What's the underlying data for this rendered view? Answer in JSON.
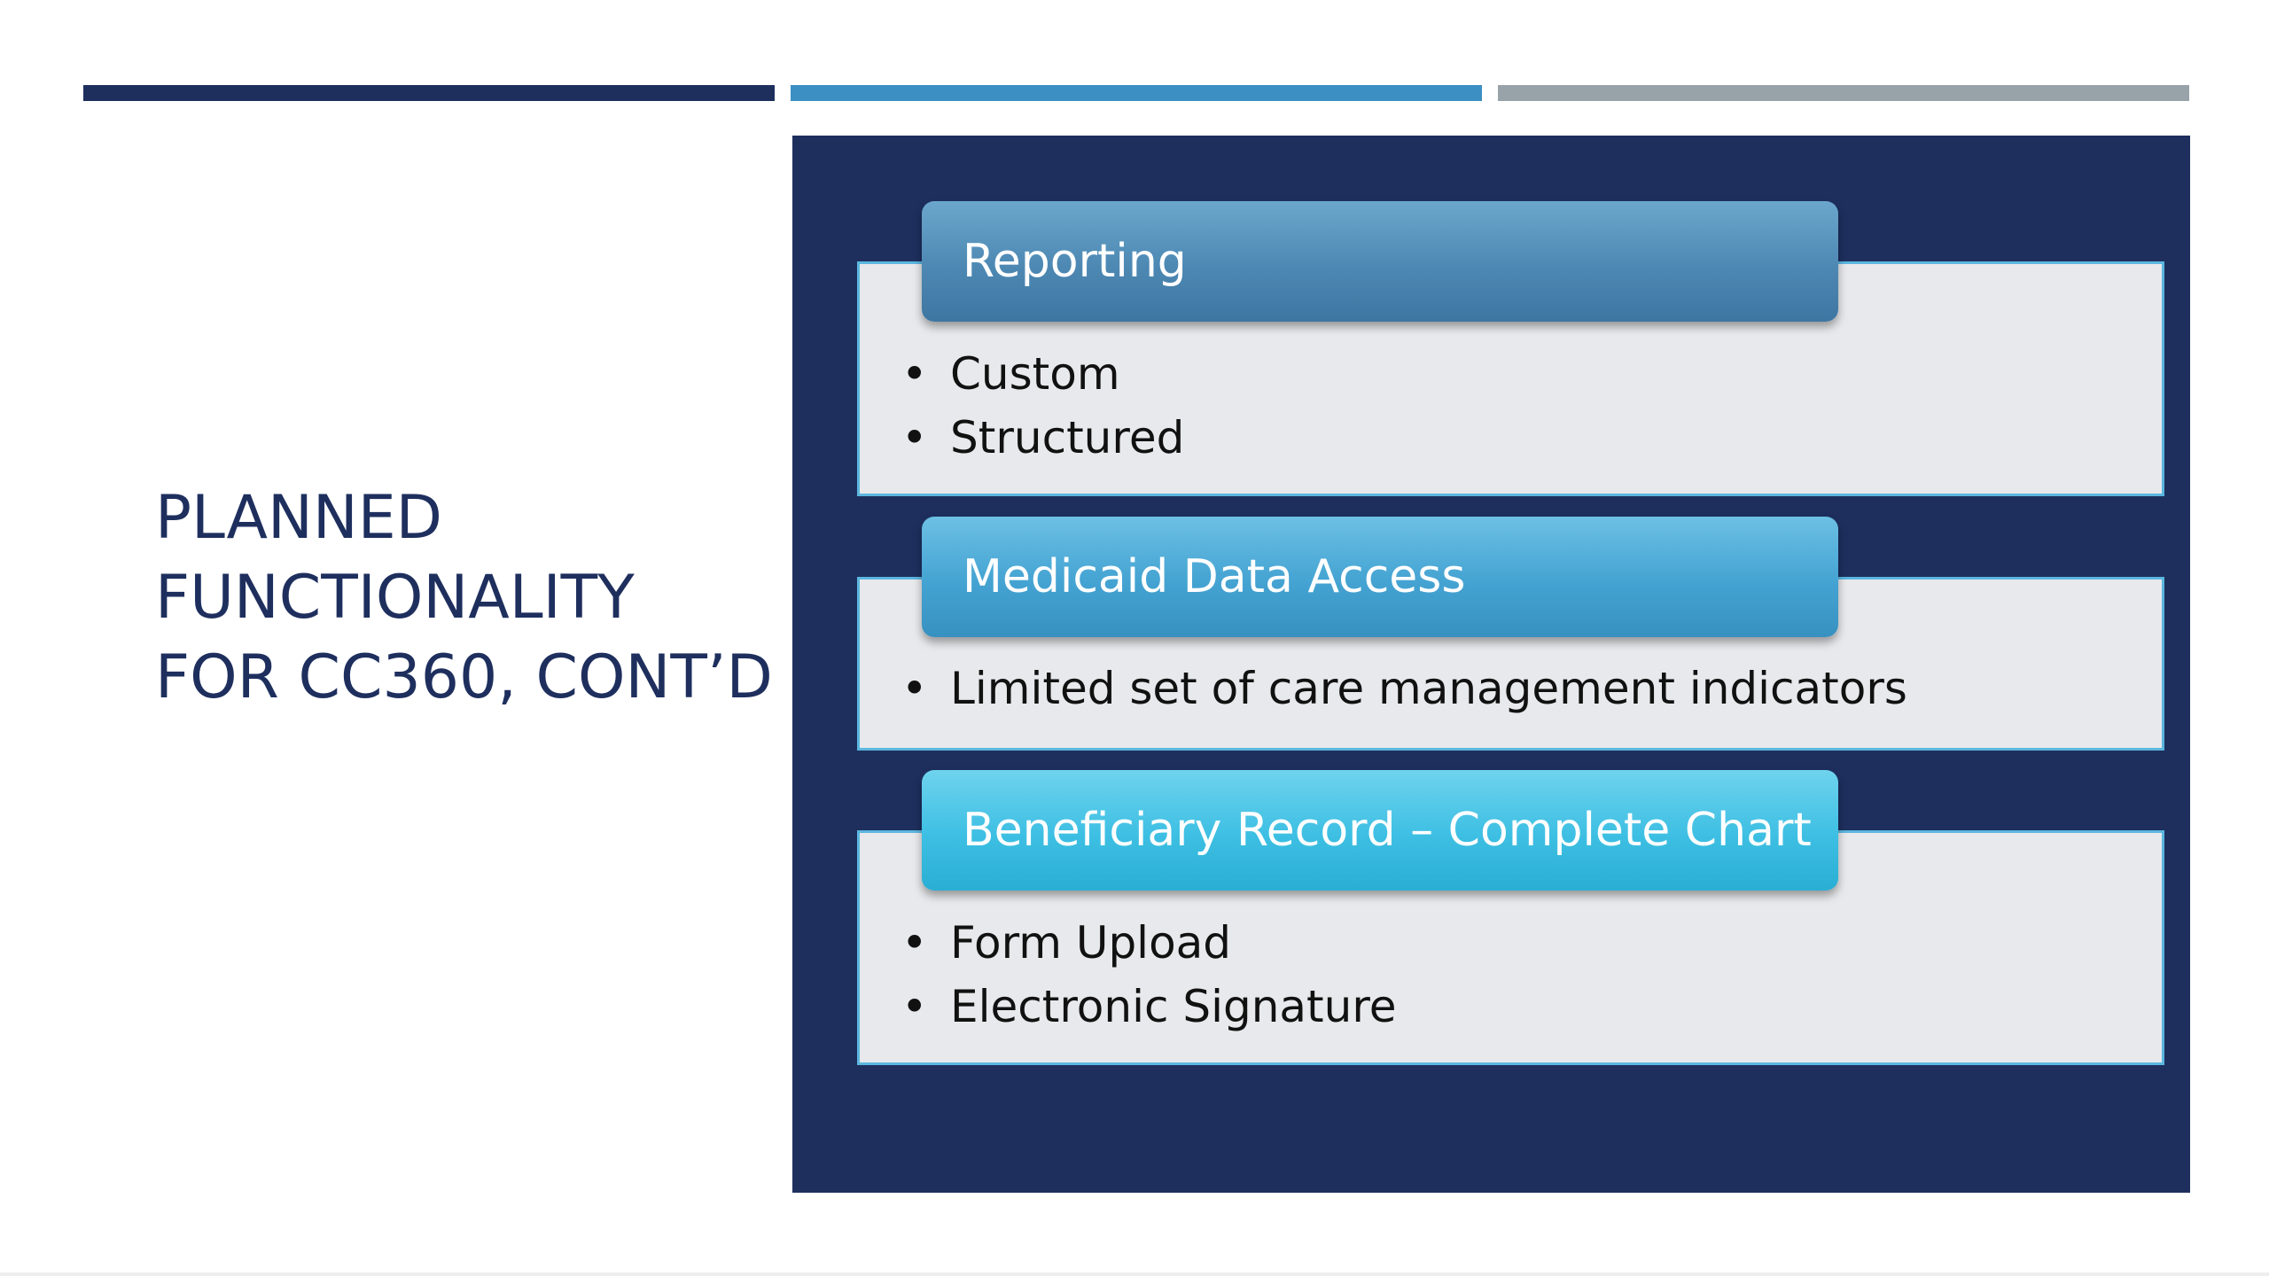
{
  "slide": {
    "title": "PLANNED FUNCTIONALITY FOR CC360, CONT’D",
    "accent_colors": {
      "dark_navy": "#1e2f5e",
      "medium_blue": "#3c8fc2",
      "gray": "#98a2a9",
      "panel_background": "#1e2f5e",
      "box_border": "#5bb7df"
    },
    "sections": [
      {
        "header": "Reporting",
        "bullets": [
          "Custom",
          "Structured"
        ]
      },
      {
        "header": "Medicaid Data Access",
        "bullets": [
          "Limited set of care management indicators"
        ]
      },
      {
        "header": "Beneficiary Record – Complete Chart",
        "bullets": [
          "Form Upload",
          "Electronic Signature"
        ]
      }
    ]
  }
}
